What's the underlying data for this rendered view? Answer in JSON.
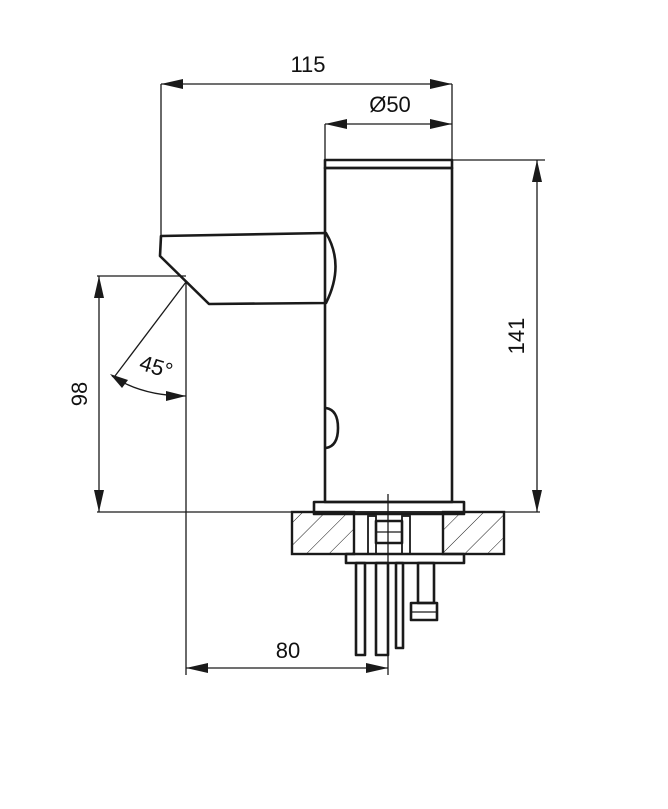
{
  "dimensions": {
    "width_overall": "115",
    "diameter_body": "Ø50",
    "height_total": "141",
    "height_spout": "98",
    "spout_angle": "45°",
    "reach": "80"
  }
}
